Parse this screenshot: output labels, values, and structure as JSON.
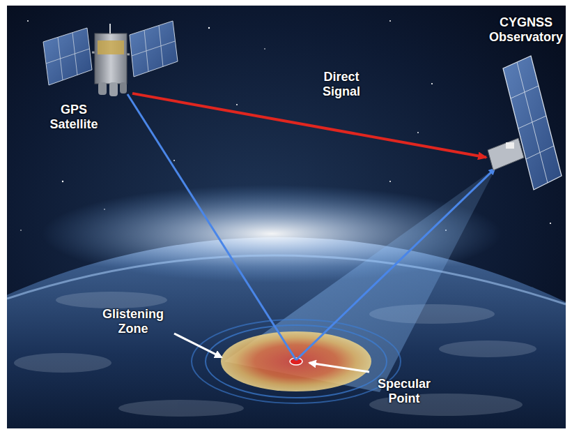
{
  "diagram": {
    "nodes": [
      {
        "text": [
          "GPS Satellite"
        ]
      },
      {
        "text": [
          "CYGNSS Observatory"
        ]
      }
    ],
    "edges": [
      {
        "from": 0,
        "to": 1,
        "arrow": "to",
        "label": "Direct Signal"
      }
    ],
    "labels": [
      "Glistening Zone",
      "Specular Point"
    ]
  }
}
